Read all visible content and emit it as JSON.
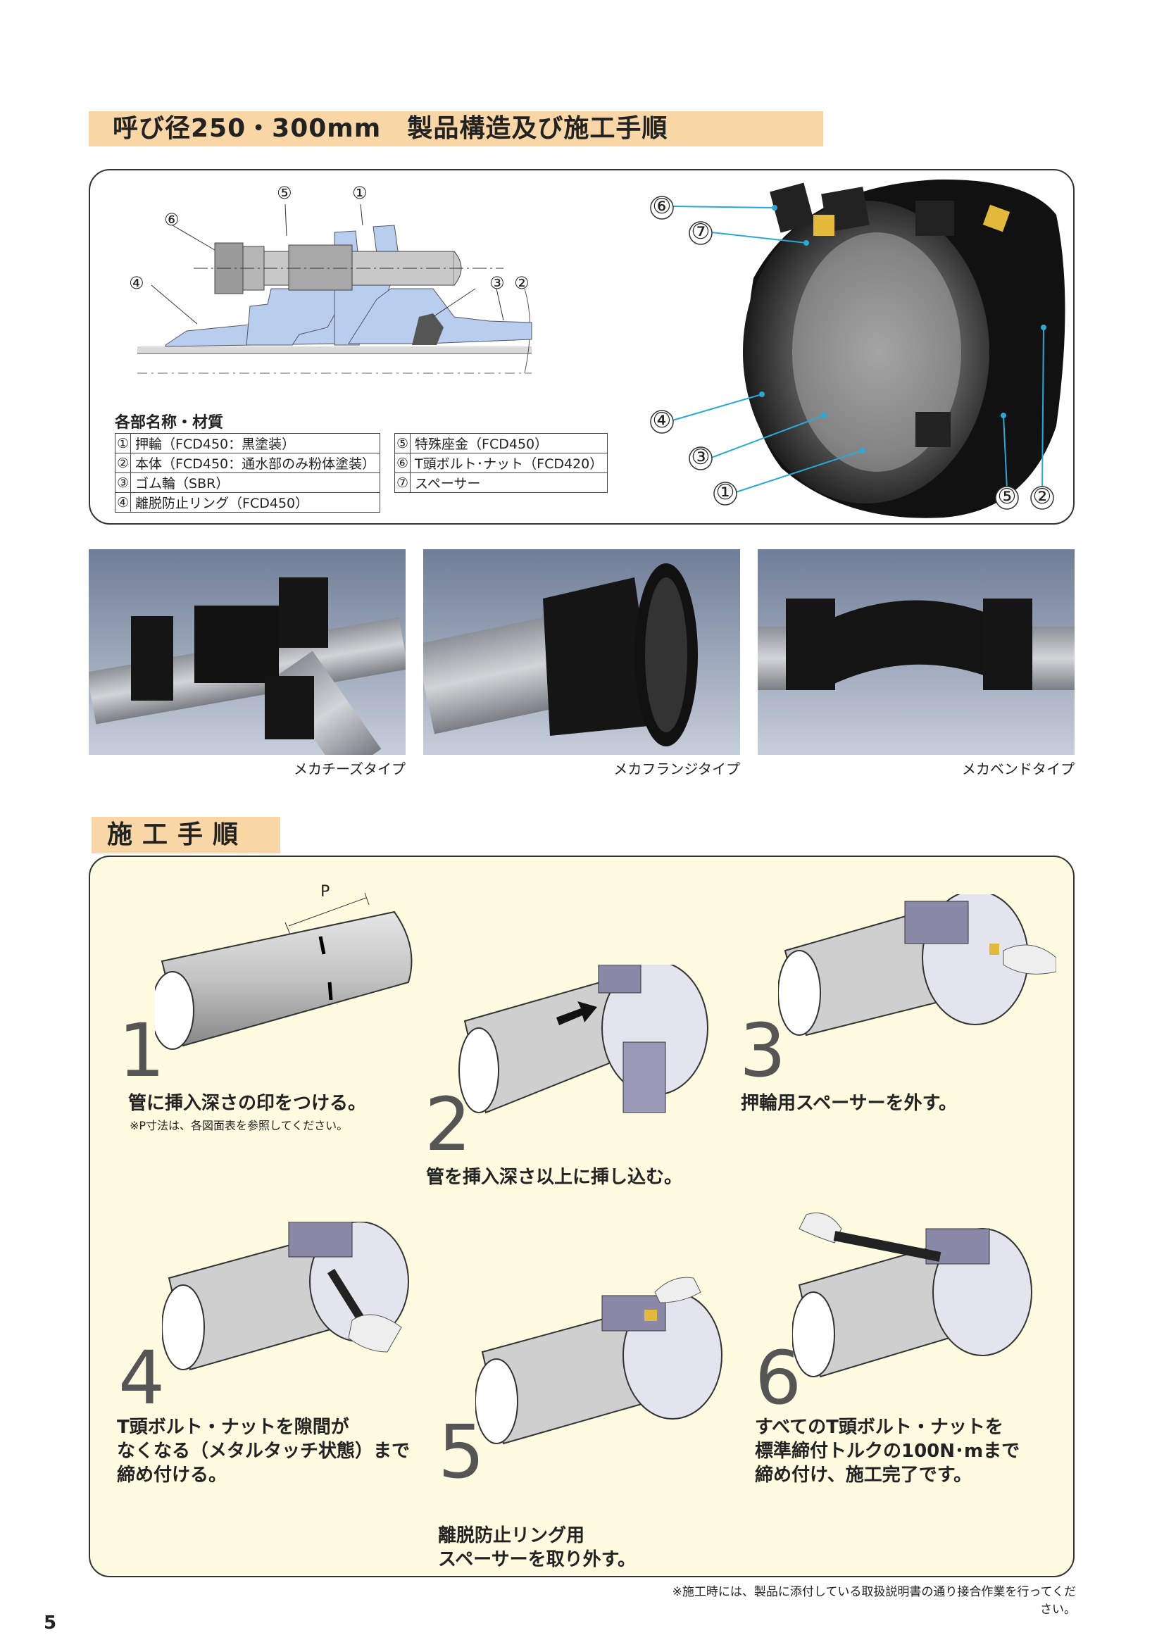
{
  "section1": {
    "title": "呼び径250・300mm　製品構造及び施工手順"
  },
  "diagram": {
    "callouts": [
      "⑥",
      "⑤",
      "①",
      "④",
      "③",
      "②"
    ]
  },
  "parts": {
    "heading": "各部名称・材質",
    "left": [
      {
        "num": "①",
        "name": "押輪（FCD450：黒塗装）"
      },
      {
        "num": "②",
        "name": "本体（FCD450：通水部のみ粉体塗装）"
      },
      {
        "num": "③",
        "name": "ゴム輪（SBR）"
      },
      {
        "num": "④",
        "name": "離脱防止リング（FCD450）"
      }
    ],
    "right": [
      {
        "num": "⑤",
        "name": "特殊座金（FCD450）"
      },
      {
        "num": "⑥",
        "name": "T頭ボルト･ナット（FCD420）"
      },
      {
        "num": "⑦",
        "name": "スペーサー"
      }
    ]
  },
  "product_photo": {
    "callouts": [
      "⑥",
      "⑦",
      "④",
      "③",
      "①",
      "⑤",
      "②"
    ]
  },
  "types": [
    {
      "caption": "メカチーズタイプ"
    },
    {
      "caption": "メカフランジタイプ"
    },
    {
      "caption": "メカベンドタイプ"
    }
  ],
  "section2": {
    "title": "施工手順"
  },
  "steps": [
    {
      "num": "1",
      "lines": [
        "管に挿入深さの印をつける。"
      ],
      "note": "※P寸法は、各図面表を参照してください。",
      "dim_label": "P"
    },
    {
      "num": "2",
      "lines": [
        "管を挿入深さ以上に挿し込む。"
      ]
    },
    {
      "num": "3",
      "lines": [
        "押輪用スペーサーを外す。"
      ]
    },
    {
      "num": "4",
      "lines": [
        "T頭ボルト・ナットを隙間が",
        "なくなる（メタルタッチ状態）まで",
        "締め付ける。"
      ]
    },
    {
      "num": "5",
      "lines": [
        "離脱防止リング用",
        "スペーサーを取り外す。"
      ]
    },
    {
      "num": "6",
      "lines": [
        "すべてのT頭ボルト・ナットを",
        "標準締付トルクの100N･mまで",
        "締め付け、施工完了です。"
      ]
    }
  ],
  "footnote": "※施工時には、製品に添付している取扱説明書の通り接合作業を行ってください。",
  "page_number": "5",
  "colors": {
    "header_bg": "#f9d6a6",
    "panel_bg": "#fefbe0",
    "diagram_blue": "#b9cdee",
    "callout_line": "#2aa9d6"
  }
}
